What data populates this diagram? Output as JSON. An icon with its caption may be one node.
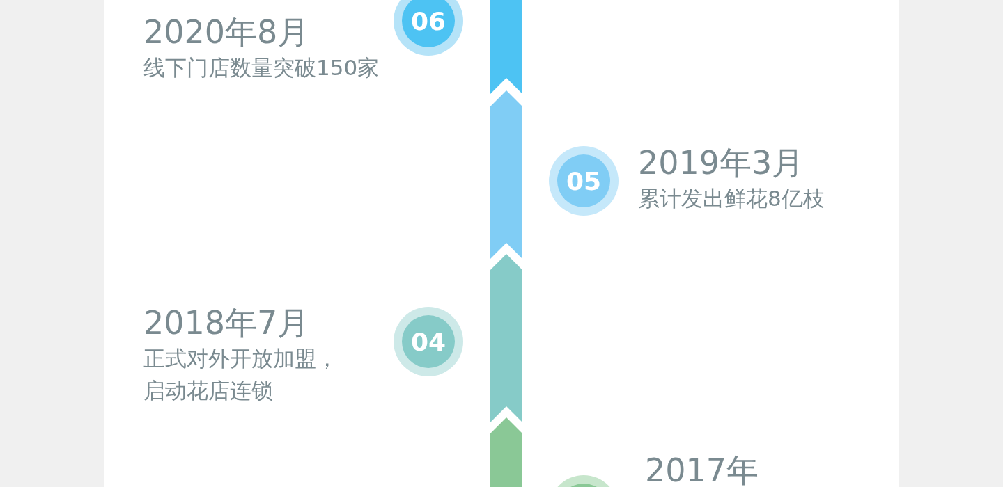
{
  "diagram": {
    "nodes": [
      {
        "text": [
          "06"
        ],
        "beside": [
          "2020年8月",
          "线下门店数量突破150家"
        ]
      },
      {
        "text": [
          "05"
        ],
        "beside": [
          "2019年3月",
          "累计发出鲜花8亿枝"
        ]
      },
      {
        "text": [
          "04"
        ],
        "beside": [
          "2018年7月",
          "正式对外开放加盟，启动花店连锁"
        ]
      },
      {
        "text": [],
        "shape": "circle",
        "beside": [
          "2017年"
        ]
      }
    ]
  }
}
